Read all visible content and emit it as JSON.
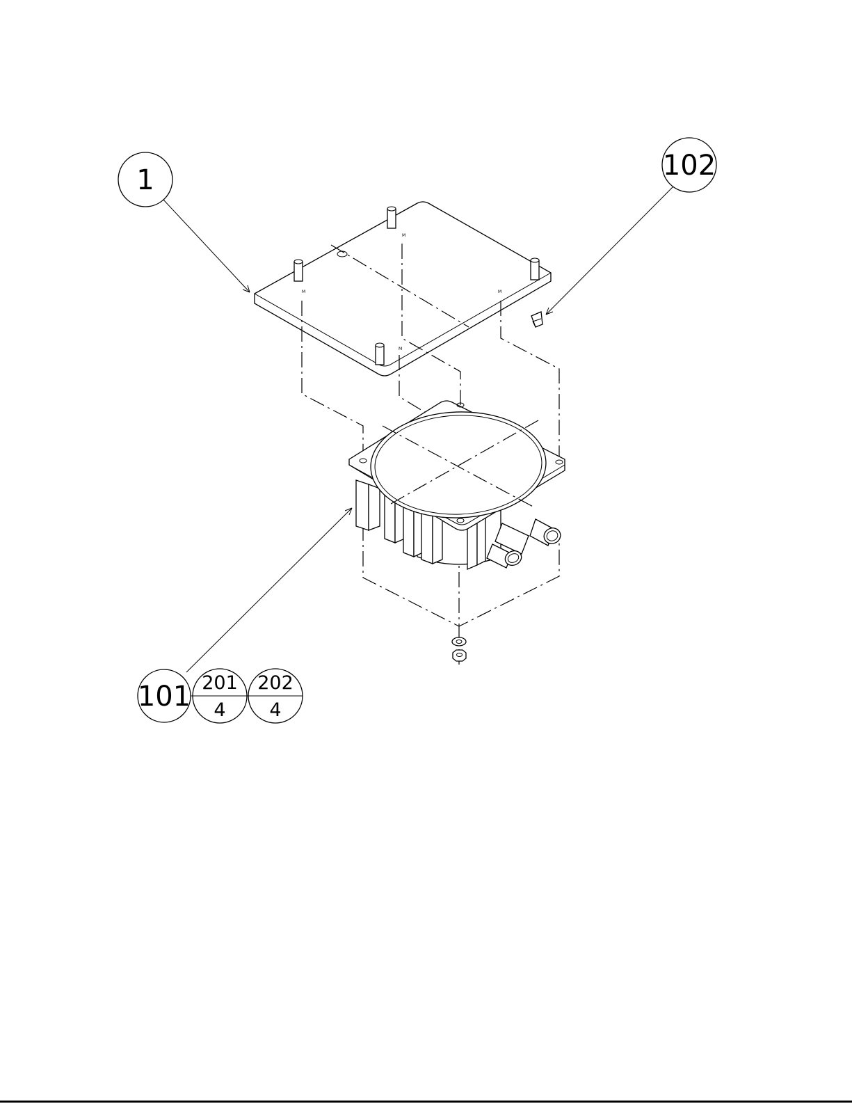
{
  "callouts": {
    "c1": "1",
    "c102": "102",
    "c101": "101",
    "c201": {
      "top": "201",
      "bottom": "4"
    },
    "c202": {
      "top": "202",
      "bottom": "4"
    }
  },
  "colors": {
    "ink": "#000000",
    "paper": "#ffffff"
  }
}
